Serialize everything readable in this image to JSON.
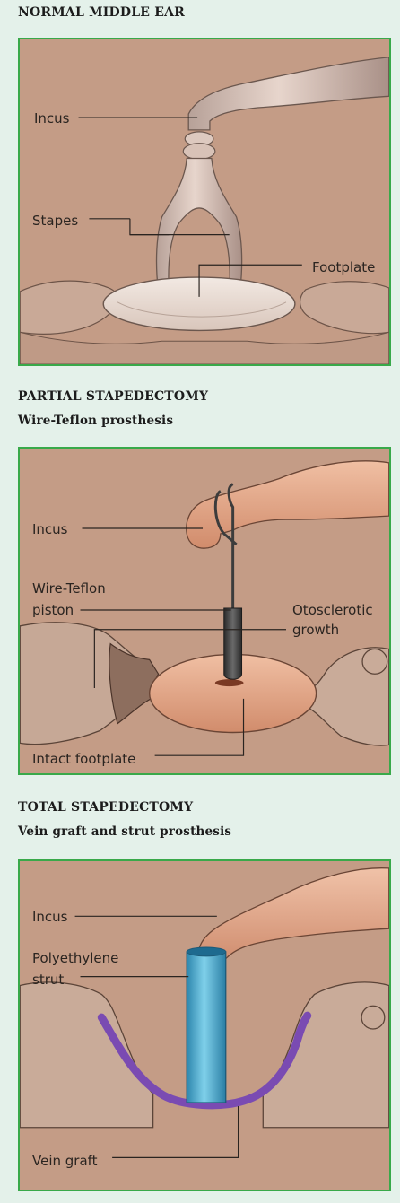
{
  "panels": [
    {
      "title": "NORMAL MIDDLE EAR",
      "subtitle": "",
      "labels": {
        "incus": "Incus",
        "stapes": "Stapes",
        "footplate": "Footplate"
      }
    },
    {
      "title": "PARTIAL STAPEDECTOMY",
      "subtitle": "Wire-Teflon prosthesis",
      "labels": {
        "incus": "Incus",
        "piston_line1": "Wire-Teflon",
        "piston_line2": "piston",
        "growth_line1": "Otosclerotic",
        "growth_line2": "growth",
        "footplate": "Intact footplate"
      }
    },
    {
      "title": "TOTAL STAPEDECTOMY",
      "subtitle": "Vein graft and strut prosthesis",
      "labels": {
        "incus": "Incus",
        "strut_line1": "Polyethylene",
        "strut_line2": "strut",
        "vein": "Vein graft"
      }
    }
  ],
  "colors": {
    "background": "#e4f1ea",
    "frame": "#39a94a",
    "tissue": "#c49c86",
    "bone": "#ddc7bd",
    "footplate_partial": "#e9a585",
    "piston": "#4a4a4a",
    "strut": "#3aa3c7",
    "vein_graft": "#7a4bb2"
  }
}
